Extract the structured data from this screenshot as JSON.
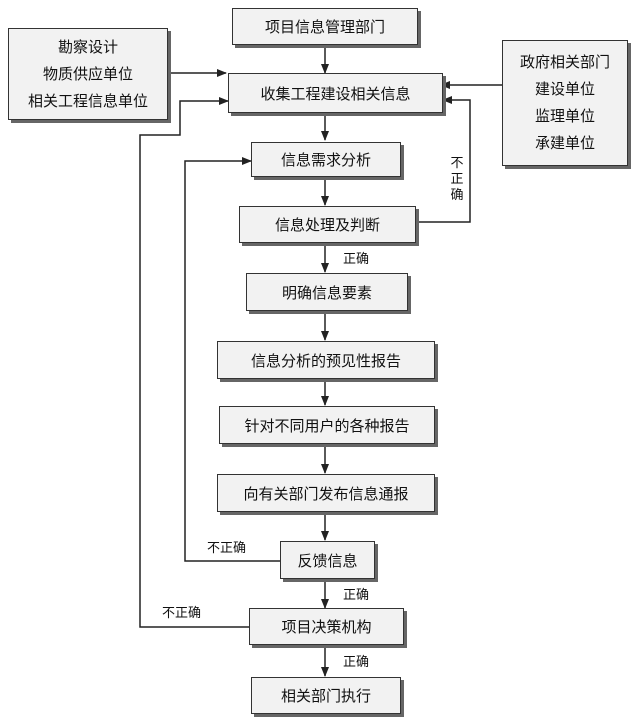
{
  "nodes": {
    "dept": "项目信息管理部门",
    "collect": "收集工程建设相关信息",
    "demand": "信息需求分析",
    "process": "信息处理及判断",
    "elements": "明确信息要素",
    "predict": "信息分析的预见性报告",
    "reports": "针对不同用户的各种报告",
    "publish": "向有关部门发布信息通报",
    "feedback": "反馈信息",
    "decision": "项目决策机构",
    "execute": "相关部门执行"
  },
  "left_sources": [
    "勘察设计",
    "物质供应单位",
    "相关工程信息单位"
  ],
  "right_sources": [
    "政府相关部门",
    "建设单位",
    "监理单位",
    "承建单位"
  ],
  "edge_labels": {
    "correct_1": "正确",
    "correct_2": "正确",
    "correct_3": "正确",
    "incorrect_process": "不正确",
    "incorrect_feedback": "不正确",
    "incorrect_decision": "不正确"
  }
}
